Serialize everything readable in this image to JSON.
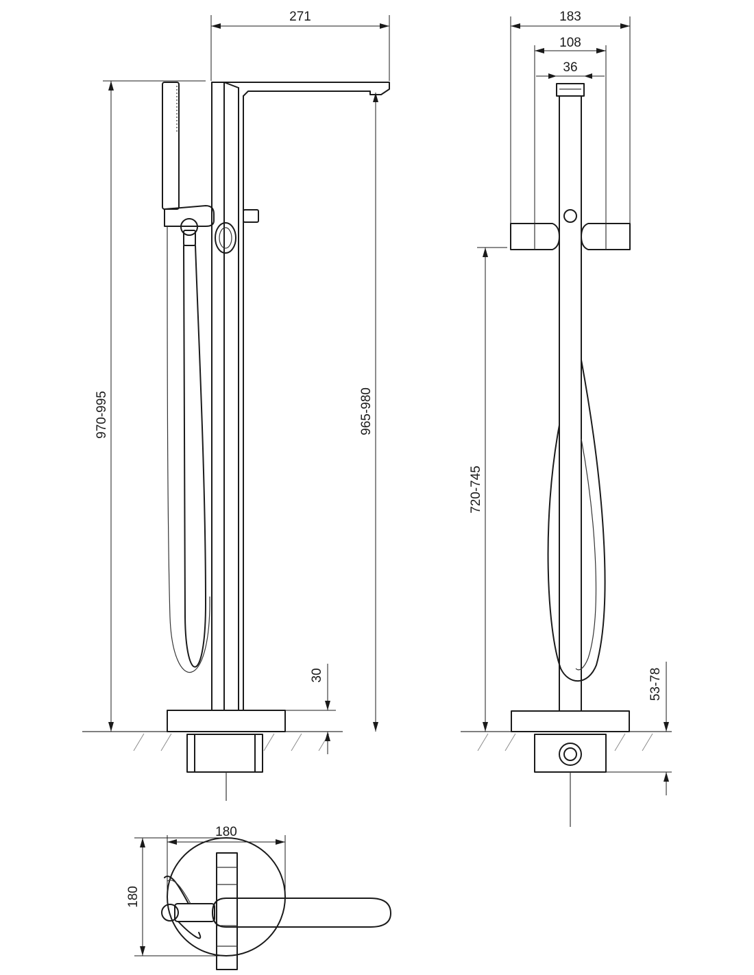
{
  "colors": {
    "line": "#1a1a1a",
    "hatch": "#8a8a8a",
    "background": "#ffffff"
  },
  "dimensions": {
    "side_spout_reach": "271",
    "side_total_height": "970-995",
    "side_spout_height": "965-980",
    "side_base_thickness": "30",
    "front_total_width": "183",
    "front_handle_span": "108",
    "front_body_width": "36",
    "front_handle_height": "720-745",
    "front_below_floor": "53-78",
    "top_base_width": "180",
    "top_base_depth": "180"
  }
}
